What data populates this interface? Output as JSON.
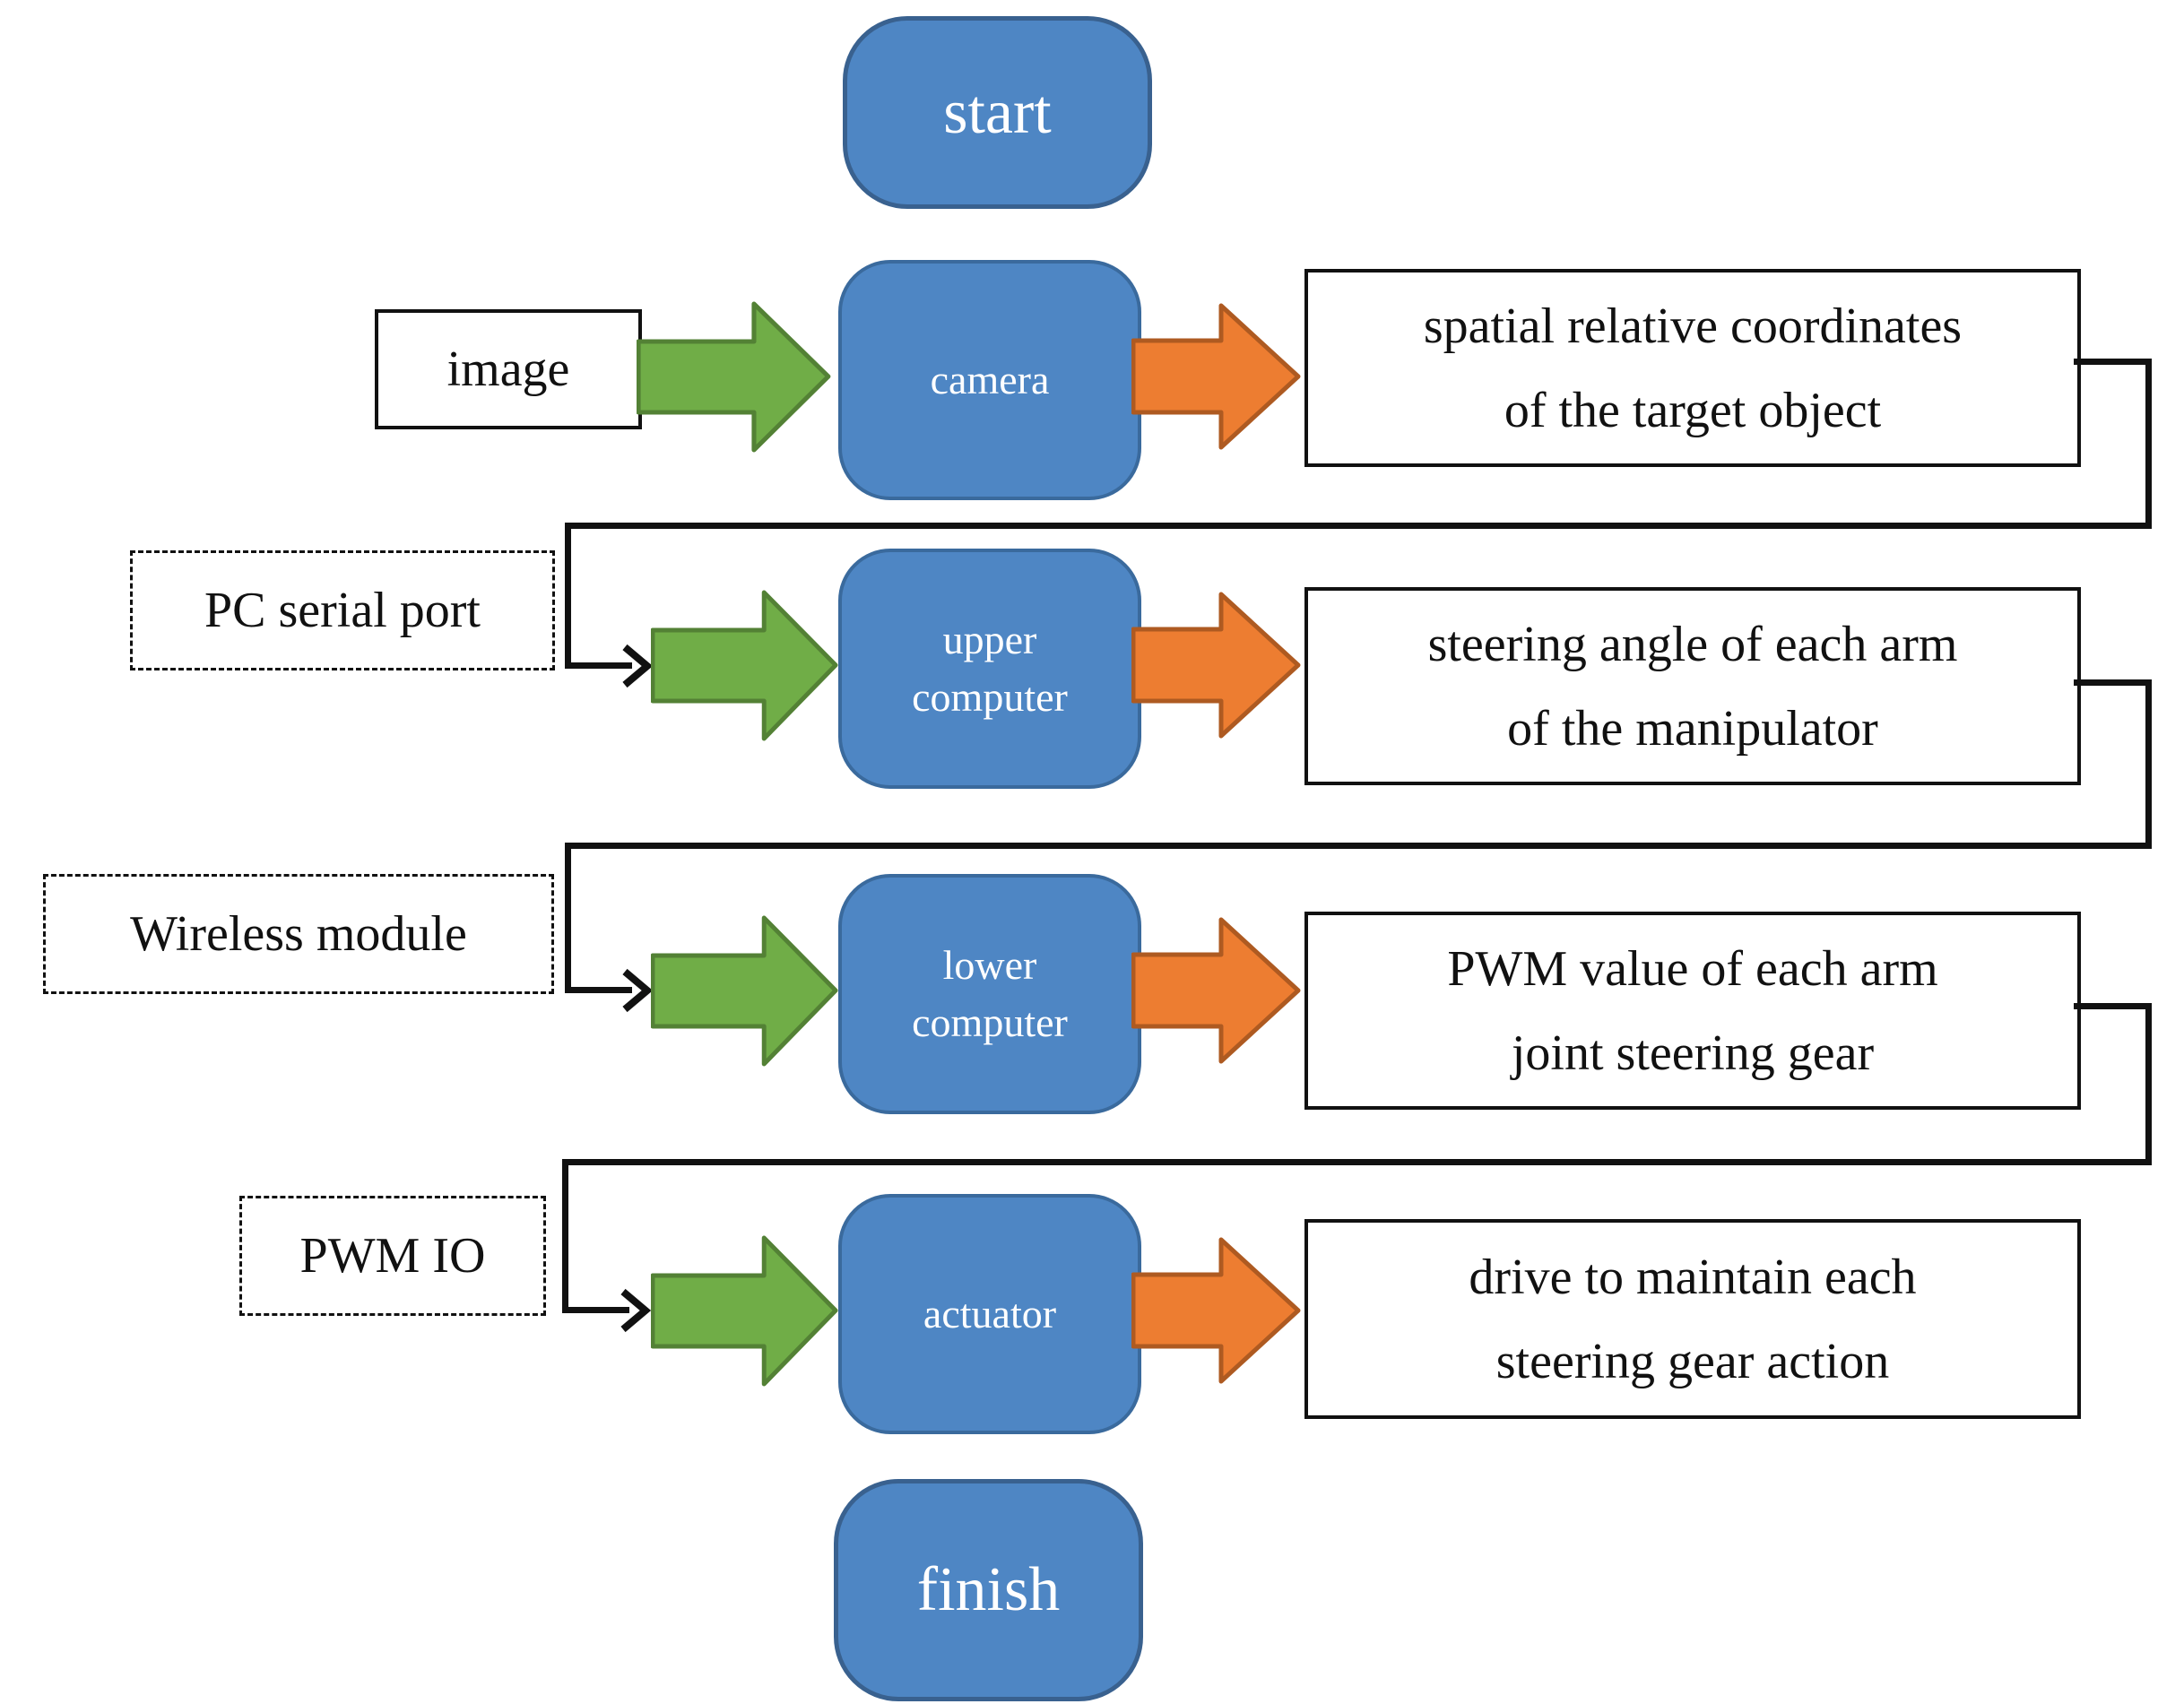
{
  "figure": {
    "type": "flowchart",
    "orientation": "top-to-bottom"
  },
  "palette": {
    "process_fill": "#4e86c4",
    "process_border": "#3a6a9d",
    "green_arrow_fill": "#70ad47",
    "green_arrow_border": "#538135",
    "orange_arrow_fill": "#ed7d31",
    "orange_arrow_border": "#ae5a21",
    "line_color": "#111111",
    "text_on_blue": "#ffffff",
    "text_black": "#111111"
  },
  "terminals": {
    "start": "start",
    "finish": "finish"
  },
  "rows": [
    {
      "input": "image",
      "input_border": "solid",
      "process_lines": [
        "camera"
      ],
      "output_lines": [
        "spatial relative coordinates",
        "of the target object"
      ]
    },
    {
      "input": "PC serial port",
      "input_border": "dash-dot",
      "process_lines": [
        "upper",
        "computer"
      ],
      "output_lines": [
        "steering angle of each arm",
        "of the manipulator"
      ]
    },
    {
      "input": "Wireless module",
      "input_border": "dash-dot",
      "process_lines": [
        "lower",
        "computer"
      ],
      "output_lines": [
        "PWM value of each arm",
        "joint steering gear"
      ]
    },
    {
      "input": "PWM IO",
      "input_border": "dash-dot",
      "process_lines": [
        "actuator"
      ],
      "output_lines": [
        "drive to maintain each",
        "steering gear action"
      ]
    }
  ]
}
